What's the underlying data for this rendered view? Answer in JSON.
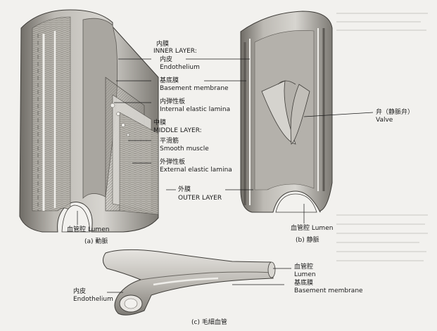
{
  "labels": {
    "inner_layer_jp": "内膜",
    "inner_layer_en": "INNER LAYER:",
    "endothelium_jp": "内皮",
    "endothelium_en": "Endothelium",
    "basement_jp": "基底膜",
    "basement_en": "Basement membrane",
    "internal_elastic_jp": "内弾性板",
    "internal_elastic_en": "Internal elastic lamina",
    "middle_layer_jp": "中膜",
    "middle_layer_en": "MIDDLE LAYER:",
    "smooth_muscle_jp": "平滑筋",
    "smooth_muscle_en": "Smooth muscle",
    "external_elastic_jp": "外弾性板",
    "external_elastic_en": "External elastic lamina",
    "outer_layer_jp": "外膜",
    "outer_layer_en": "OUTER LAYER",
    "artery_lumen": "血管腔 Lumen",
    "vein_lumen": "血管腔 Lumen",
    "valve_jp": "弁（静脈弁）",
    "valve_en": "Valve",
    "cap_lumen_jp": "血管腔",
    "cap_lumen_en": "Lumen",
    "cap_basement_jp": "基底膜",
    "cap_basement_en": "Basement membrane",
    "cap_endothelium_jp": "内皮",
    "cap_endothelium_en": "Endothelium"
  },
  "captions": {
    "a": "(a)  動脈",
    "b": "(b)  静脈",
    "c": "(c)  毛細血管"
  },
  "colors": {
    "paper": "#f2f1ee",
    "ink": "#1b1b1b",
    "vessel_fill": "#c9c7c2",
    "vessel_shadow": "#8e8b85",
    "vessel_dark": "#5d5a55"
  }
}
